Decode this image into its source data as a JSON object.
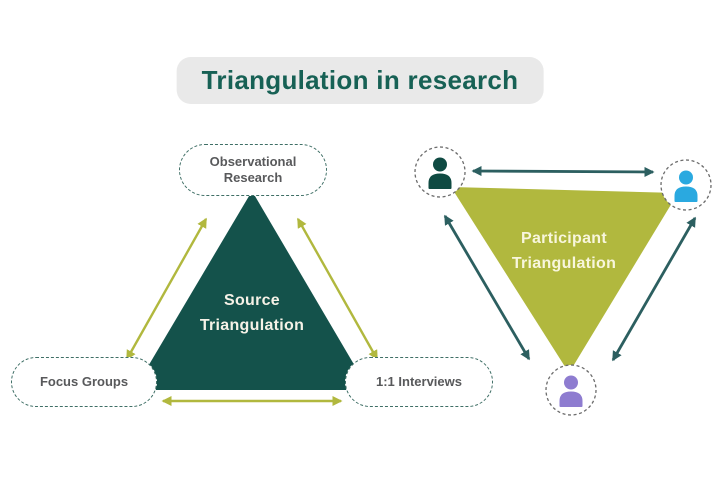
{
  "title": "Triangulation in research",
  "colors": {
    "title_text": "#176155",
    "title_background": "#e9e9e9",
    "source_triangle_fill": "#14524b",
    "participant_triangle_fill": "#b1b83e",
    "source_arrows": "#b1b83e",
    "participant_arrows": "#2c5f60",
    "node_border": "#3f6f66",
    "node_text": "#58595b"
  },
  "source_diagram": {
    "center_label": {
      "line1": "Source",
      "line2": "Triangulation"
    },
    "nodes": [
      {
        "label": "Observational Research"
      },
      {
        "label": "Focus Groups"
      },
      {
        "label": "1:1 Interviews"
      }
    ]
  },
  "participant_diagram": {
    "center_label": {
      "line1": "Participant",
      "line2": "Triangulation"
    },
    "participants": [
      {
        "name": "researcher-dark-teal",
        "color": "#0f4a42"
      },
      {
        "name": "participant-blue",
        "color": "#2aa9e0"
      },
      {
        "name": "participant-purple",
        "color": "#8e7cd0"
      }
    ]
  }
}
